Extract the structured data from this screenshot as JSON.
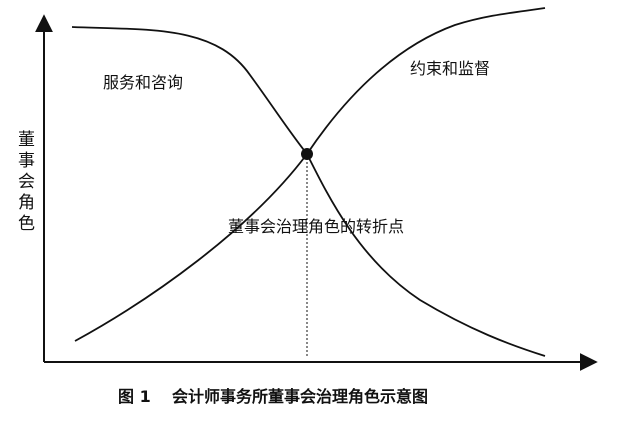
{
  "diagram": {
    "curve_labels": {
      "decreasing": "服务和咨询",
      "increasing": "约束和监督"
    },
    "turning_point_label": "董事会治理角色的转折点",
    "y_axis_label": [
      "董",
      "事",
      "会",
      "角",
      "色"
    ],
    "caption": {
      "number": "图 1",
      "title": "会计师事务所董事会治理角色示意图"
    },
    "colors": {
      "ink": "#111111",
      "background": "#ffffff"
    }
  }
}
